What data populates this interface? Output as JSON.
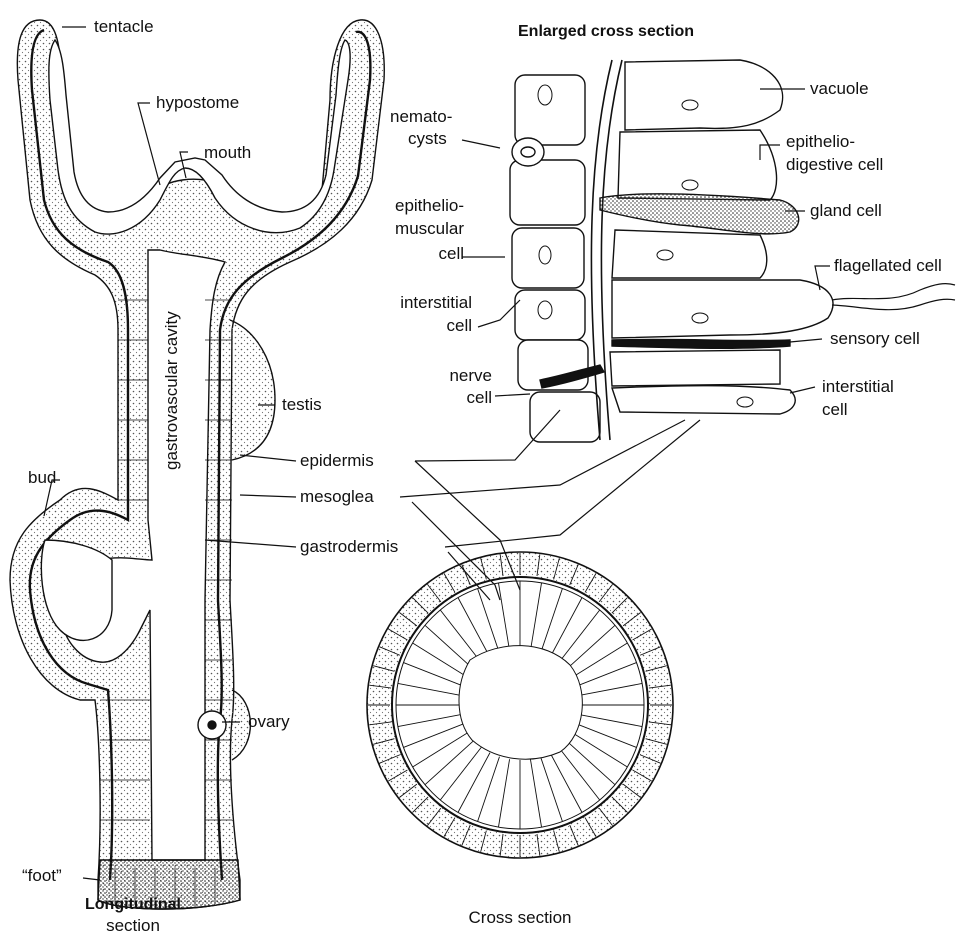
{
  "titles": {
    "enlarged": "Enlarged cross section",
    "longitudinal_line1": "Longitudinal",
    "longitudinal_line2": "section",
    "cross": "Cross section"
  },
  "labels": {
    "tentacle": "tentacle",
    "hypostome": "hypostome",
    "mouth": "mouth",
    "gastrovascular_cavity": "gastrovascular cavity",
    "testis": "testis",
    "bud": "bud",
    "ovary": "ovary",
    "foot": "“foot”",
    "epidermis": "epidermis",
    "mesoglea": "mesoglea",
    "gastrodermis": "gastrodermis",
    "nematocysts_1": "nemato-",
    "nematocysts_2": "cysts",
    "epithelio_muscular_1": "epithelio-",
    "epithelio_muscular_2": "muscular",
    "epithelio_muscular_3": "cell",
    "interstitial_left_1": "interstitial",
    "interstitial_left_2": "cell",
    "nerve_1": "nerve",
    "nerve_2": "cell",
    "vacuole": "vacuole",
    "epithelio_digestive_1": "epithelio-",
    "epithelio_digestive_2": "digestive cell",
    "gland_cell": "gland  cell",
    "flagellated_cell": "flagellated cell",
    "sensory_cell": "sensory cell",
    "interstitial_right_1": "interstitial",
    "interstitial_right_2": "cell"
  },
  "colors": {
    "ink": "#111111",
    "paper": "#ffffff",
    "stipple": "#555555"
  }
}
